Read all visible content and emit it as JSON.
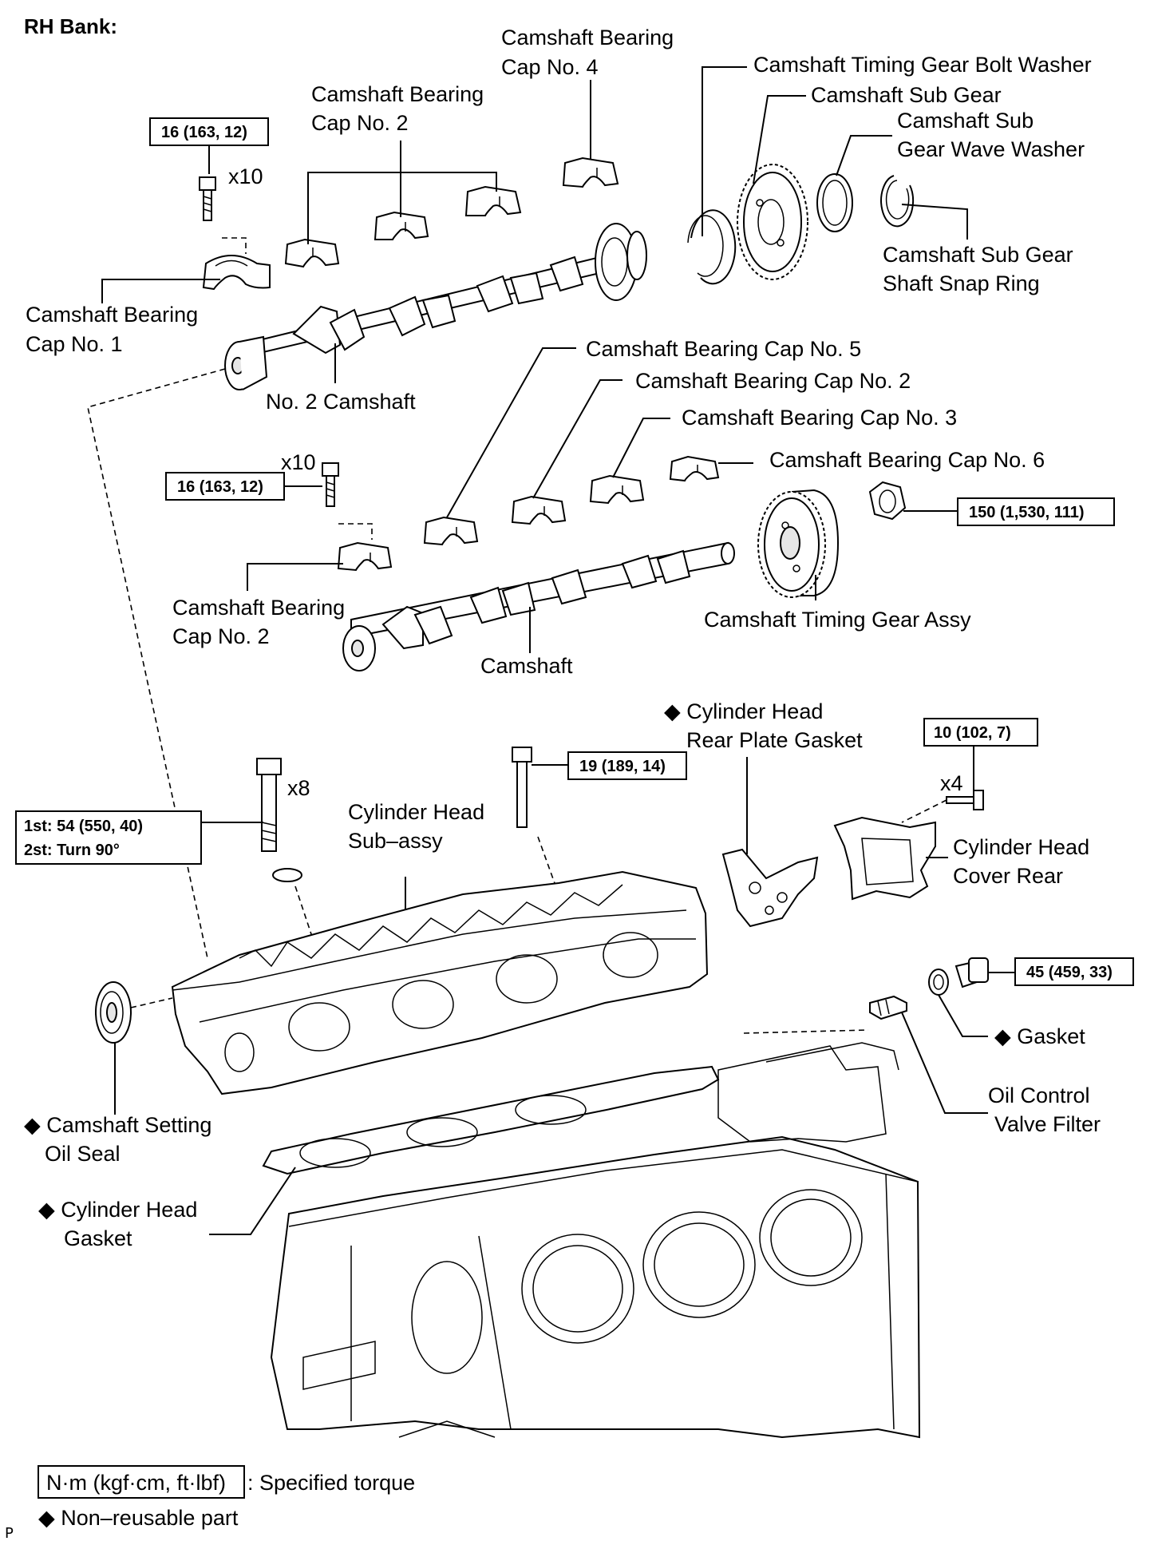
{
  "bank_title": "RH Bank:",
  "labels": {
    "cap4_a": "Camshaft Bearing",
    "cap4_b": "Cap No. 4",
    "cap2top_a": "Camshaft Bearing",
    "cap2top_b": "Cap No. 2",
    "cap1_a": "Camshaft Bearing",
    "cap1_b": "Cap No. 1",
    "no2_camshaft": "No. 2 Camshaft",
    "timing_washer": "Camshaft Timing Gear Bolt Washer",
    "sub_gear": "Camshaft Sub Gear",
    "wave_washer_a": "Camshaft Sub",
    "wave_washer_b": "Gear Wave Washer",
    "snap_ring_a": "Camshaft Sub Gear",
    "snap_ring_b": "Shaft Snap Ring",
    "cap5": "Camshaft Bearing Cap No. 5",
    "cap2mid": "Camshaft Bearing Cap No. 2",
    "cap3": "Camshaft Bearing Cap No. 3",
    "cap6": "Camshaft Bearing Cap No. 6",
    "cap2low_a": "Camshaft Bearing",
    "cap2low_b": "Cap No. 2",
    "timing_gear": "Camshaft Timing Gear Assy",
    "camshaft": "Camshaft",
    "rear_plate_gasket_a": "◆ Cylinder Head",
    "rear_plate_gasket_b": "Rear Plate Gasket",
    "head_subassy_a": "Cylinder Head",
    "head_subassy_b": "Sub–assy",
    "head_cover_rear_a": "Cylinder Head",
    "head_cover_rear_b": "Cover Rear",
    "gasket": "◆ Gasket",
    "ocv_filter_a": "Oil Control",
    "ocv_filter_b": "Valve Filter",
    "oil_seal_a": "◆ Camshaft Setting",
    "oil_seal_b": "Oil Seal",
    "head_gasket_a": "◆ Cylinder Head",
    "head_gasket_b": "Gasket"
  },
  "torques": {
    "t_cap_top": "16 (163, 12)",
    "t_cap_mid": "16 (163, 12)",
    "t_timing": "150 (1,530, 111)",
    "t_head_bolt_1": "1st: 54 (550, 40)",
    "t_head_bolt_2": "2st: Turn 90°",
    "t_bolt_19": "19 (189, 14)",
    "t_cover": "10 (102, 7)",
    "t_plug": "45 (459, 33)"
  },
  "quantities": {
    "q_cap_top": "x10",
    "q_cap_mid": "x10",
    "q_head": "x8",
    "q_cover": "x4"
  },
  "legend": {
    "torque_box": "N·m (kgf·cm, ft·lbf)",
    "torque_text": ": Specified torque",
    "nonreusable": "◆ Non–reusable part"
  },
  "figure_code": "P"
}
